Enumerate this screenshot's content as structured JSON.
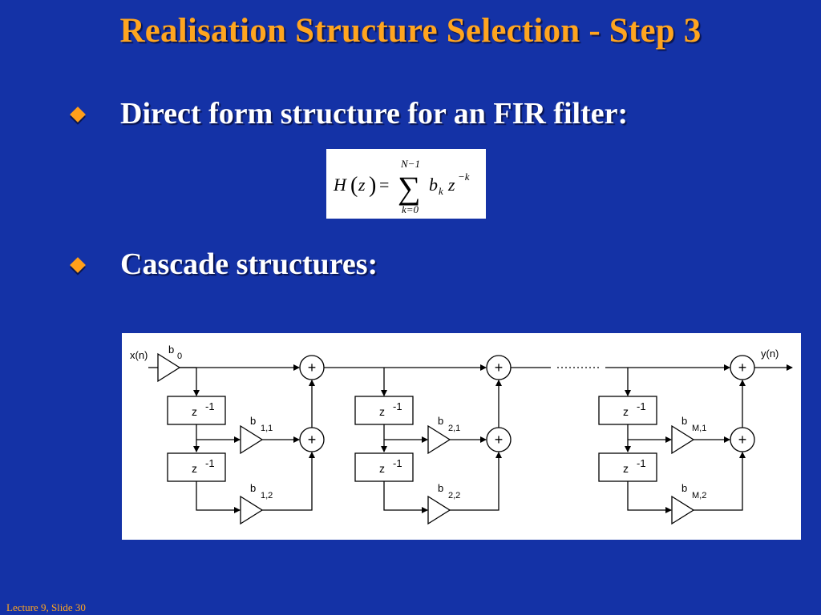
{
  "slide": {
    "title": "Realisation Structure Selection - Step 3",
    "bullets": [
      "Direct form structure for an FIR filter:",
      "Cascade structures:"
    ],
    "footer": "Lecture 9, Slide 30"
  },
  "equation": {
    "lhs_H": "H",
    "lhs_z": "z",
    "equals": "=",
    "sum_upper": "N−1",
    "sum_lower": "k=0",
    "coef": "b",
    "coef_sub": "k",
    "var": "z",
    "exponent": "−k"
  },
  "diagram": {
    "input_label": "x(n)",
    "output_label": "y(n)",
    "b0_label": "b",
    "b0_sub": "0",
    "delay_label": "z",
    "delay_exp": "-1",
    "adder_symbol": "+",
    "gain_label": "b",
    "sections": [
      {
        "g1": "1,1",
        "g2": "1,2"
      },
      {
        "g1": "2,1",
        "g2": "2,2"
      },
      {
        "g1": "M,1",
        "g2": "M,2"
      }
    ]
  },
  "colors": {
    "background": "#1432a6",
    "title": "#ffa51f",
    "bullet": "#ff9f1a",
    "text": "#ffffff"
  }
}
